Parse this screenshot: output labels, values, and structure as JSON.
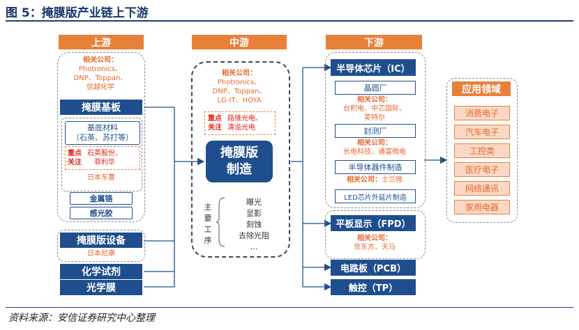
{
  "header": {
    "title": "图 5：掩膜版产业链上下游"
  },
  "footer": {
    "source": "资料来源：安信证券研究中心整理"
  },
  "upstream": {
    "heading": "上游",
    "companies_label": "相关公司：",
    "companies": [
      "Photronics、",
      "DNP、Toppan、",
      "信越化学"
    ],
    "substrate": "掩膜基板",
    "base_material_1": "基底材料",
    "base_material_2": "（石英、苏打等）",
    "focus_1": "重点",
    "focus_2": "关注",
    "focus_co_1": "石英股份、",
    "focus_co_2": "菲利华",
    "japan_tosoh": "日本东曹",
    "chrome": "金属铬",
    "photoresist": "感光胶",
    "equipment": "掩膜版设备",
    "nikon": "日本尼康",
    "chemicals": "化学试剂",
    "optical_film": "光学膜"
  },
  "midstream": {
    "heading": "中游",
    "companies_label": "相关公司：",
    "companies": [
      "Photronics、",
      "DNP、Toppan、",
      "LG-IT、HOYA"
    ],
    "focus_1": "重点",
    "focus_2": "关注",
    "focus_co_1": "路维光电、",
    "focus_co_2": "清溢光电",
    "core_1": "掩膜版",
    "core_2": "制造",
    "process_label": [
      "主",
      "要",
      "工",
      "序"
    ],
    "processes": [
      "曝光",
      "显影",
      "刻蚀",
      "去除光阻",
      "…"
    ]
  },
  "downstream": {
    "heading": "下游",
    "ic": "半导体芯片（IC）",
    "wafer": "晶圆厂",
    "companies_label": "相关公司：",
    "wafer_cos": [
      "台积电、中芯国际、",
      "英特尔"
    ],
    "packaging": "封测厂",
    "packaging_cos": "长电科技、通富微电",
    "device": "半导体器件制造",
    "device_cos": "士兰微",
    "led": "LED芯片外延片制造",
    "fpd": "平板显示（FPD）",
    "fpd_cos": "京东方、天马",
    "pcb": "电路板（PCB）",
    "tp": "触控（TP）"
  },
  "applications": {
    "heading": "应用领域",
    "items": [
      "消费电子",
      "汽车电子",
      "工控类",
      "医疗电子",
      "网络通讯",
      "家用电器"
    ]
  }
}
